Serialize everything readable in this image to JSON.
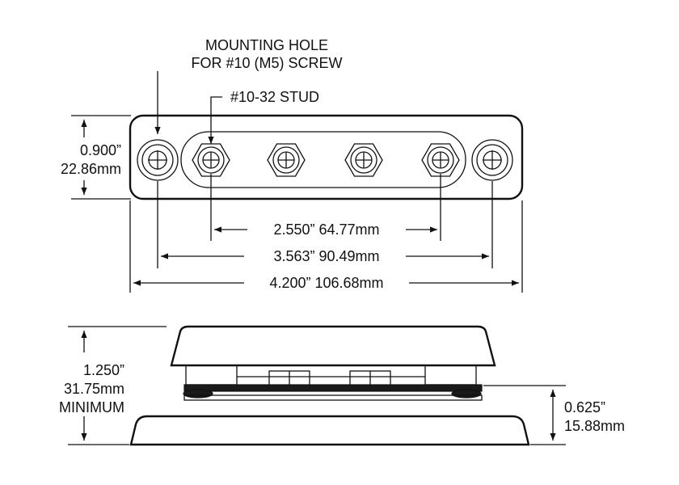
{
  "labels": {
    "mounting_hole_line1": "MOUNTING HOLE",
    "mounting_hole_line2": "FOR #10 (M5) SCREW",
    "stud": "#10-32 STUD",
    "height_in": "0.900”",
    "height_mm": "22.86mm",
    "stud_span": "2.550”  64.77mm",
    "hole_span": "3.563”  90.49mm",
    "overall_length": "4.200”  106.68mm",
    "total_height_in": "1.250”",
    "total_height_mm": "31.75mm",
    "total_height_note": "MINIMUM",
    "base_height_in": "0.625”",
    "base_height_mm": "15.88mm"
  }
}
